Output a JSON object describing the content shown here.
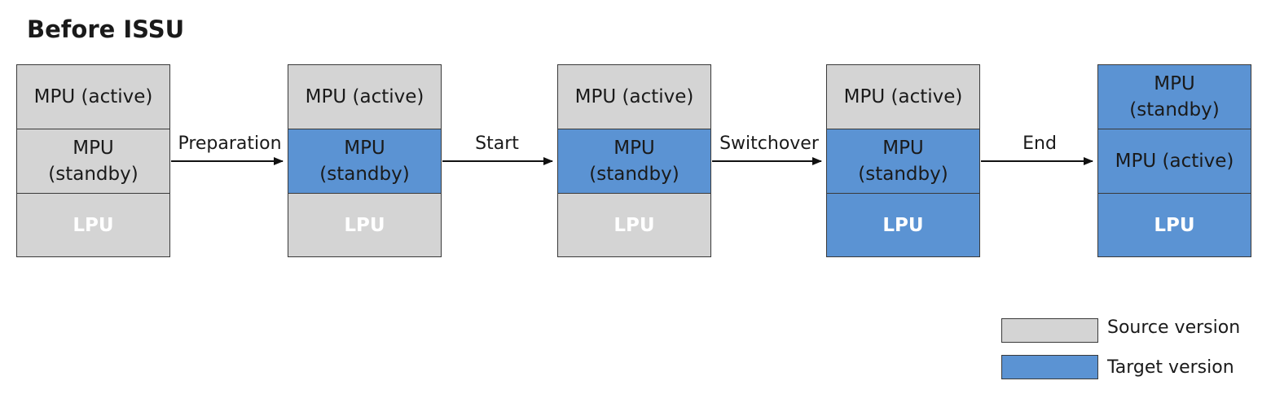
{
  "title": "Before ISSU",
  "colors": {
    "source": "#d4d4d4",
    "target": "#5b93d3",
    "border": "#3a3a3a"
  },
  "stacks": [
    {
      "cells": [
        {
          "label": "MPU (active)",
          "version": "source"
        },
        {
          "label": "MPU (standby)",
          "version": "source"
        },
        {
          "label": "LPU",
          "version": "source"
        }
      ]
    },
    {
      "cells": [
        {
          "label": "MPU (active)",
          "version": "source"
        },
        {
          "label": "MPU (standby)",
          "version": "target"
        },
        {
          "label": "LPU",
          "version": "source"
        }
      ]
    },
    {
      "cells": [
        {
          "label": "MPU (active)",
          "version": "source"
        },
        {
          "label": "MPU (standby)",
          "version": "target"
        },
        {
          "label": "LPU",
          "version": "source"
        }
      ]
    },
    {
      "cells": [
        {
          "label": "MPU (active)",
          "version": "source"
        },
        {
          "label": "MPU (standby)",
          "version": "target"
        },
        {
          "label": "LPU",
          "version": "target"
        }
      ]
    },
    {
      "cells": [
        {
          "label": "MPU (standby)",
          "version": "target"
        },
        {
          "label": "MPU (active)",
          "version": "target"
        },
        {
          "label": "LPU",
          "version": "target"
        }
      ]
    }
  ],
  "steps": [
    "Preparation",
    "Start",
    "Switchover",
    "End"
  ],
  "legend": [
    {
      "label": "Source version",
      "version": "source"
    },
    {
      "label": "Target version",
      "version": "target"
    }
  ]
}
